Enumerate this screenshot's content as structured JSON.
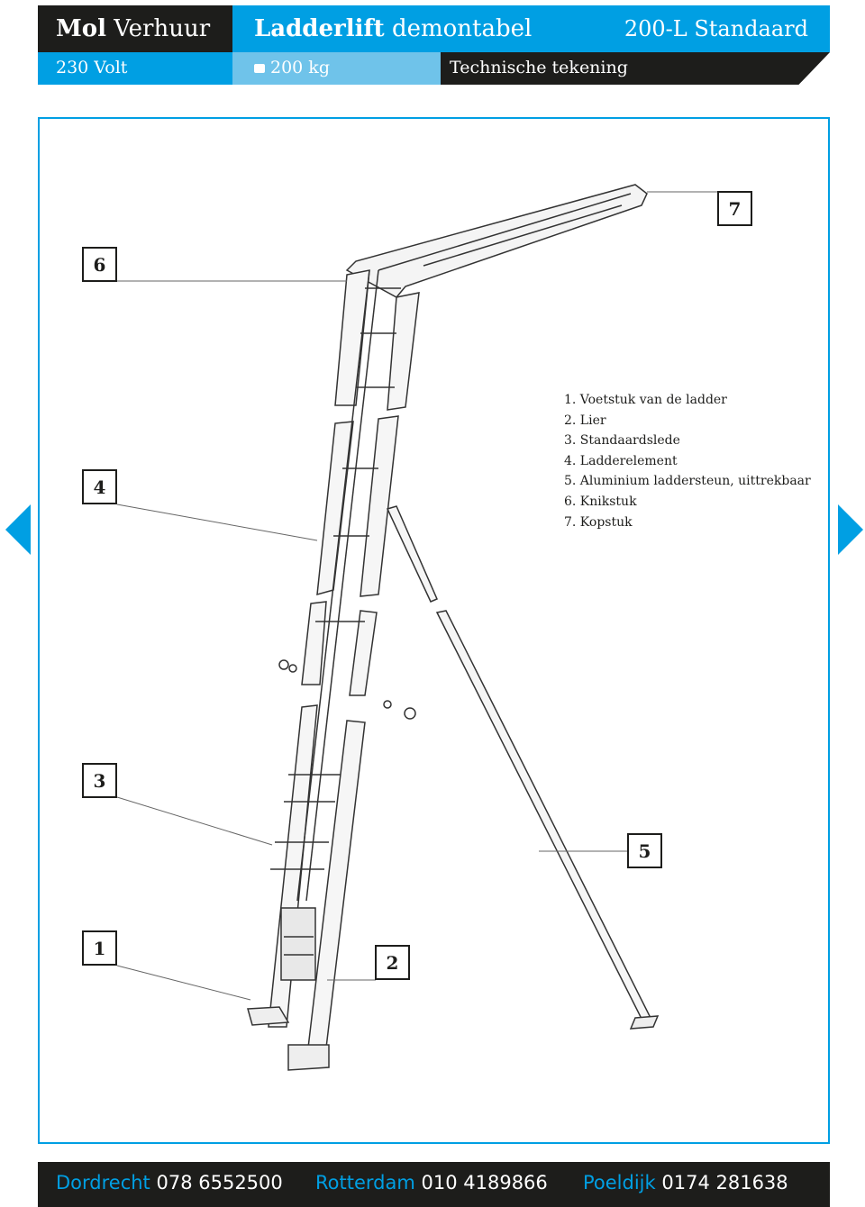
{
  "header": {
    "brand_bold": "Mol",
    "brand_rest": "Verhuur",
    "product_bold": "Ladderlift",
    "product_rest": "demontabel",
    "model": "200-L Standaard",
    "voltage": "230 Volt",
    "capacity": "200 kg",
    "section": "Technische tekening"
  },
  "callouts": [
    "6",
    "7",
    "4",
    "3",
    "5",
    "1",
    "2"
  ],
  "legend": [
    "1. Voetstuk van de ladder",
    "2. Lier",
    "3. Standaardslede",
    "4. Ladderelement",
    "5. Aluminium laddersteun, uittrekbaar",
    "6. Knikstuk",
    "7. Kopstuk"
  ],
  "footer": [
    {
      "city": "Dordrecht",
      "phone": "078 6552500"
    },
    {
      "city": "Rotterdam",
      "phone": "010 4189866"
    },
    {
      "city": "Poeldijk",
      "phone": "0174 281638"
    }
  ],
  "colors": {
    "accent": "#009fe3",
    "light_accent": "#6fc3ea",
    "dark": "#1d1d1b"
  },
  "icons": [
    "weight-icon",
    "prev-arrow-icon",
    "next-arrow-icon"
  ]
}
